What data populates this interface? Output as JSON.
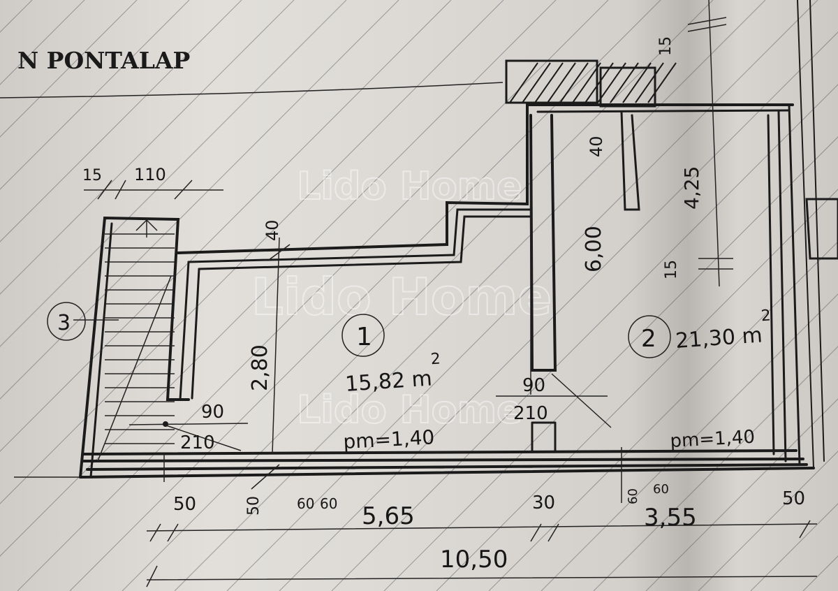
{
  "title": "N PONTALAP",
  "watermark": "Lido Home",
  "rooms": [
    {
      "number": "1",
      "area": "15,82 m",
      "sup": "2",
      "height": "pm=1,40"
    },
    {
      "number": "2",
      "area": "21,30 m",
      "sup": "2",
      "height": "pm=1,40"
    },
    {
      "number": "3"
    }
  ],
  "dimensions": {
    "stair_top_a": "15",
    "stair_top_b": "110",
    "wall_40_left": "40",
    "room1_height": "2,80",
    "door1_width": "90",
    "door1_height": "210",
    "door2_width": "90",
    "door2_height": "210",
    "wall_40_right": "40",
    "room2_depth": "6,00",
    "right_inner": "4,25",
    "right_top_15": "15",
    "right_bottom_15": "15",
    "bottom": [
      "50",
      "50",
      "60",
      "60",
      "5,65",
      "30",
      "60",
      "60",
      "3,55",
      "50"
    ],
    "total": "10,50"
  }
}
